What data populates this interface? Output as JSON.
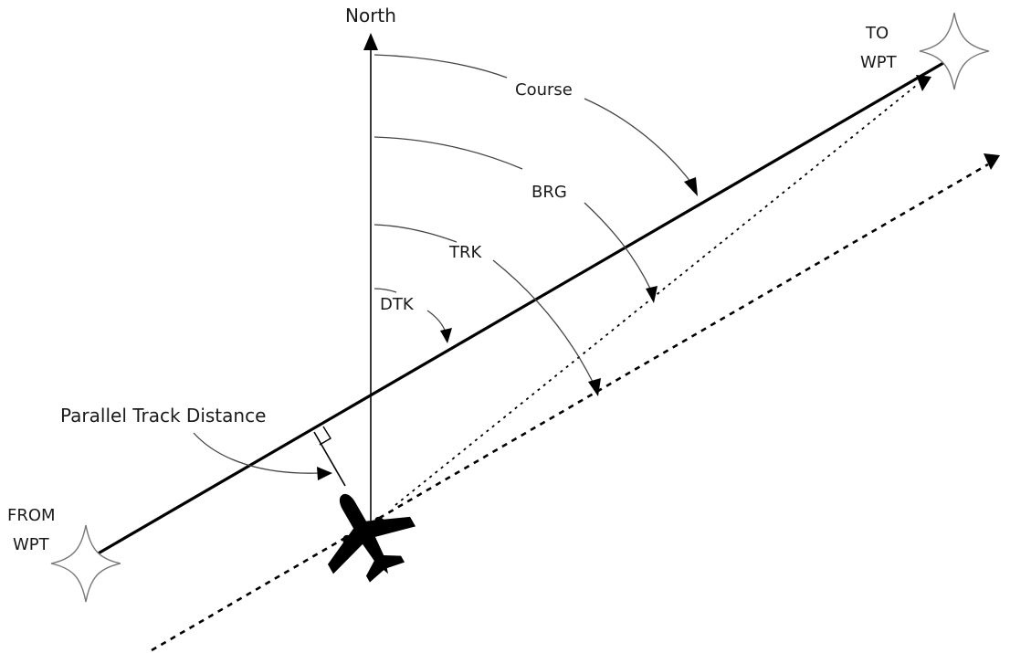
{
  "labels": {
    "north": "North",
    "course": "Course",
    "brg": "BRG",
    "trk": "TRK",
    "dtk": "DTK",
    "parallel_track_distance": "Parallel Track Distance",
    "to_wpt_line1": "TO",
    "to_wpt_line2": "WPT",
    "from_wpt_line1": "FROM",
    "from_wpt_line2": "WPT"
  },
  "icons": {
    "aircraft": "airplane-icon",
    "waypoint": "star-icon"
  },
  "colors": {
    "lines": "#000000",
    "arcs": "#444444",
    "waypoint_outline": "#777777"
  }
}
